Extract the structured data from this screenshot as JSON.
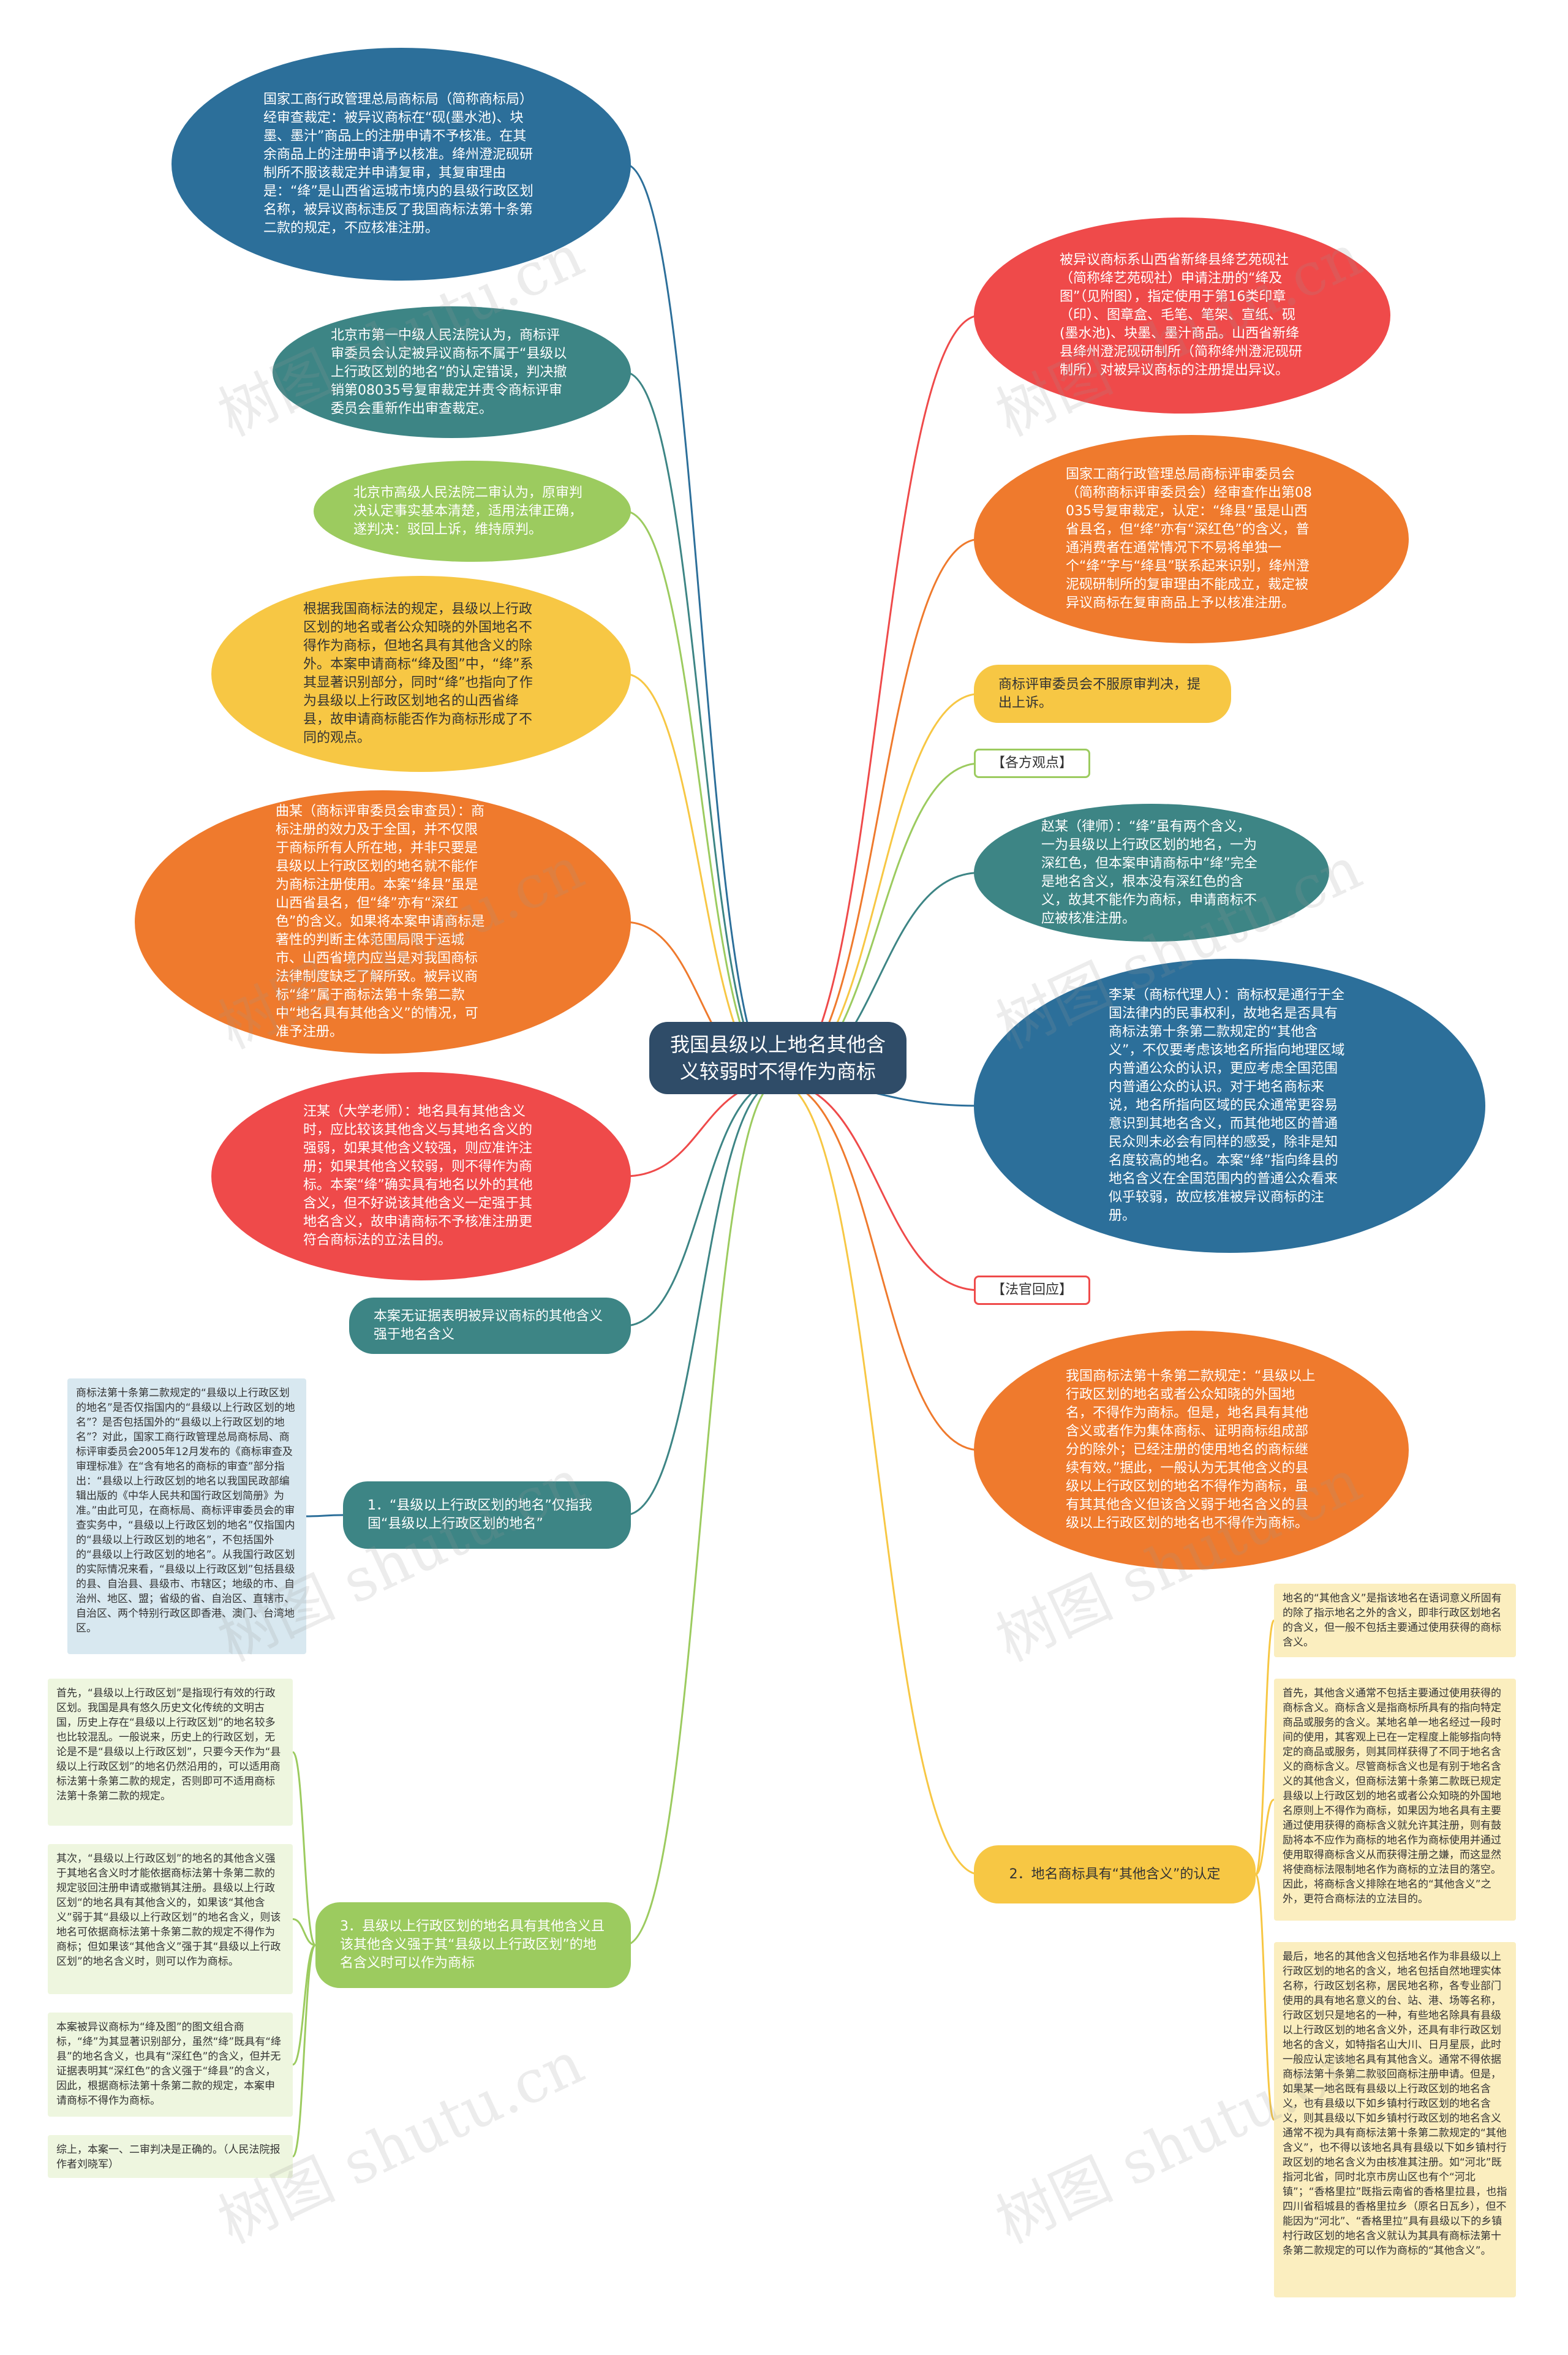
{
  "center": {
    "label": "我国县级以上地名其他含义较弱时不得作为商标"
  },
  "left": [
    {
      "text": "国家工商行政管理总局商标局（简称商标局）经审查裁定：被异议商标在“砚(墨水池)、块墨、墨汁”商品上的注册申请不予核准。在其余商品上的注册申请予以核准。绛州澄泥砚研制所不服该裁定并申请复审，其复审理由是：“绛”是山西省运城市境内的县级行政区划名称，被异议商标违反了我国商标法第十条第二款的规定，不应核准注册。"
    },
    {
      "text": "北京市第一中级人民法院认为，商标评审委员会认定被异议商标不属于“县级以上行政区划的地名”的认定错误，判决撤销第08035号复审裁定并责令商标评审委员会重新作出审查裁定。"
    },
    {
      "text": "北京市高级人民法院二审认为，原审判决认定事实基本清楚，适用法律正确，遂判决：驳回上诉，维持原判。"
    },
    {
      "text": "根据我国商标法的规定，县级以上行政区划的地名或者公众知晓的外国地名不得作为商标，但地名具有其他含义的除外。本案申请商标“绛及图”中，“绛”系其显著识别部分，同时“绛”也指向了作为县级以上行政区划地名的山西省绛县，故申请商标能否作为商标形成了不同的观点。"
    },
    {
      "text": "曲某（商标评审委员会审查员）：商标注册的效力及于全国，并不仅限于商标所有人所在地，并非只要是县级以上行政区划的地名就不能作为商标注册使用。本案“绛县”虽是山西省县名，但“绛”亦有“深红色”的含义。如果将本案申请商标是著性的判断主体范围局限于运城市、山西省境内应当是对我国商标法律制度缺乏了解所致。被异议商标“绛”属于商标法第十条第二款中“地名具有其他含义”的情况，可准予注册。"
    },
    {
      "text": "汪某（大学老师）：地名具有其他含义时，应比较该其他含义与其地名含义的强弱，如果其他含义较强，则应准许注册；如果其他含义较弱，则不得作为商标。本案“绛”确实具有地名以外的其他含义，但不好说该其他含义一定强于其地名含义，故申请商标不予核准注册更符合商标法的立法目的。"
    },
    {
      "text": "本案无证据表明被异议商标的其他含义强于地名含义"
    },
    {
      "text": "1．“县级以上行政区划的地名”仅指我国“县级以上行政区划的地名”"
    },
    {
      "text": "3．县级以上行政区划的地名具有其他含义且该其他含义强于其“县级以上行政区划”的地名含义时可以作为商标"
    }
  ],
  "right": [
    {
      "text": "被异议商标系山西省新绛县绛艺苑砚社（简称绛艺苑砚社）申请注册的“绛及图”（见附图），指定使用于第16类印章（印）、图章盒、毛笔、笔架、宣纸、砚(墨水池)、块墨、墨汁商品。山西省新绛县绛州澄泥砚研制所（简称绛州澄泥砚研制所）对被异议商标的注册提出异议。"
    },
    {
      "text": "国家工商行政管理总局商标评审委员会（简称商标评审委员会）经审查作出第08035号复审裁定，认定：“绛县”虽是山西省县名，但“绛”亦有“深红色”的含义，普通消费者在通常情况下不易将单独一个“绛”字与“绛县”联系起来识别，绛州澄泥砚研制所的复审理由不能成立，裁定被异议商标在复审商品上予以核准注册。"
    },
    {
      "text": "商标评审委员会不服原审判决，提出上诉。"
    },
    {
      "text": "【各方观点】"
    },
    {
      "text": "赵某（律师）：“绛”虽有两个含义，一为县级以上行政区划的地名，一为深红色，但本案申请商标中“绛”完全是地名含义，根本没有深红色的含义，故其不能作为商标，申请商标不应被核准注册。"
    },
    {
      "text": "李某（商标代理人）：商标权是通行于全国法律内的民事权利，故地名是否具有商标法第十条第二款规定的“其他含义”，不仅要考虑该地名所指向地理区域内普通公众的认识，更应考虑全国范围内普通公众的认识。对于地名商标来说，地名所指向区域的民众通常更容易意识到其地名含义，而其他地区的普通民众则未必会有同样的感受，除非是知名度较高的地名。本案“绛”指向绛县的地名含义在全国范围内的普通公众看来似乎较弱，故应核准被异议商标的注册。"
    },
    {
      "text": "【法官回应】"
    },
    {
      "text": "我国商标法第十条第二款规定：“县级以上行政区划的地名或者公众知晓的外国地名，不得作为商标。但是，地名具有其他含义或者作为集体商标、证明商标组成部分的除外；已经注册的使用地名的商标继续有效。”据此，一般认为无其他含义的县级以上行政区划的地名不得作为商标，虽有其其他含义但该含义弱于地名含义的县级以上行政区划的地名也不得作为商标。"
    },
    {
      "text": "2．地名商标具有“其他含义”的认定"
    }
  ],
  "leaf_left": [
    {
      "text": "商标法第十条第二款规定的“县级以上行政区划的地名”是否仅指国内的“县级以上行政区划的地名”？是否包括国外的“县级以上行政区划的地名”？对此，国家工商行政管理总局商标局、商标评审委员会2005年12月发布的《商标审查及审理标准》在“含有地名的商标的审查”部分指出：“县级以上行政区划的地名以我国民政部编辑出版的《中华人民共和国行政区划简册》为准。”由此可见，在商标局、商标评审委员会的审查实务中，“县级以上行政区划的地名”仅指国内的“县级以上行政区划的地名”，不包括国外的“县级以上行政区划的地名”。从我国行政区划的实际情况来看，“县级以上行政区划”包括县级的县、自治县、县级市、市辖区；地级的市、自治州、地区、盟；省级的省、自治区、直辖市、自治区、两个特别行政区即香港、澳门、台湾地区。"
    },
    {
      "text": "首先，“县级以上行政区划”是指现行有效的行政区划。我国是具有悠久历史文化传统的文明古国，历史上存在“县级以上行政区划”的地名较多也比较混乱。一般说来，历史上的行政区划，无论是不是“县级以上行政区划”，只要今天作为“县级以上行政区划”的地名仍然沿用的，可以适用商标法第十条第二款的规定，否则即可不适用商标法第十条第二款的规定。"
    },
    {
      "text": "其次，“县级以上行政区划”的地名的其他含义强于其地名含义时才能依据商标法第十条第二款的规定驳回注册申请或撤销其注册。县级以上行政区划“的地名具有其他含义的，如果该“其他含义”弱于其“县级以上行政区划”的地名含义，则该地名可依据商标法第十条第二款的规定不得作为商标；但如果该“其他含义”强于其“县级以上行政区划”的地名含义时，则可以作为商标。"
    },
    {
      "text": "本案被异议商标为“绛及图”的图文组合商标，“绛”为其显著识别部分，虽然“绛”既具有“绛县”的地名含义，也具有“深红色”的含义，但并无证据表明其“深红色”的含义强于“绛县”的含义，因此，根据商标法第十条第二款的规定，本案申请商标不得作为商标。"
    },
    {
      "text": "综上，本案一、二审判决是正确的。（人民法院报作者刘晓军）"
    }
  ],
  "leaf_right": [
    {
      "text": "地名的“其他含义”是指该地名在语词意义所固有的除了指示地名之外的含义，即非行政区划地名的含义，但一般不包括主要通过使用获得的商标含义。"
    },
    {
      "text": "首先，其他含义通常不包括主要通过使用获得的商标含义。商标含义是指商标所具有的指向特定商品或服务的含义。某地名单一地名经过一段时间的使用，其客观上已在一定程度上能够指向特定的商品或服务，则其同样获得了不同于地名含义的商标含义。尽管商标含义也是有别于地名含义的其他含义，但商标法第十条第二款既已规定县级以上行政区划的地名或者公众知晓的外国地名原则上不得作为商标，如果因为地名具有主要通过使用获得的商标含义就允许其注册，则有鼓励将本不应作为商标的地名作为商标使用并通过使用取得商标含义从而获得注册之嫌，而这显然将使商标法限制地名作为商标的立法目的落空。因此，将商标含义排除在地名的“其他含义”之外，更符合商标法的立法目的。"
    },
    {
      "text": "最后，地名的其他含义包括地名作为非县级以上行政区划的地名的含义，地名包括自然地理实体名称，行政区划名称，居民地名称，各专业部门使用的具有地名意义的台、站、港、场等名称，行政区划只是地名的一种，有些地名除具有县级以上行政区划的地名含义外，还具有非行政区划地名的含义，如特指名山大川、日月星辰，此时一般应认定该地名具有其他含义。通常不得依据商标法第十条第二款驳回商标注册申请。但是，如果某一地名既有县级以上行政区划的地名含义，也有县级以下如乡镇村行政区划的地名含义，则其县级以下如乡镇村行政区划的地名含义通常不视为具有商标法第十条第二款规定的“其他含义”，也不得以该地名具有县级以下如乡镇村行政区划的地名含义为由核准其注册。如“河北”既指河北省，同时北京市房山区也有个“河北镇”；“香格里拉”既指云南省的香格里拉县，也指四川省稻城县的香格里拉乡（原名日瓦乡），但不能因为“河北”、“香格里拉”具有县级以下的乡镇村行政区划的地名含义就认为其具有商标法第十条第二款规定的可以作为商标的“其他含义”。"
    }
  ],
  "watermark": "树图 shutu.cn"
}
